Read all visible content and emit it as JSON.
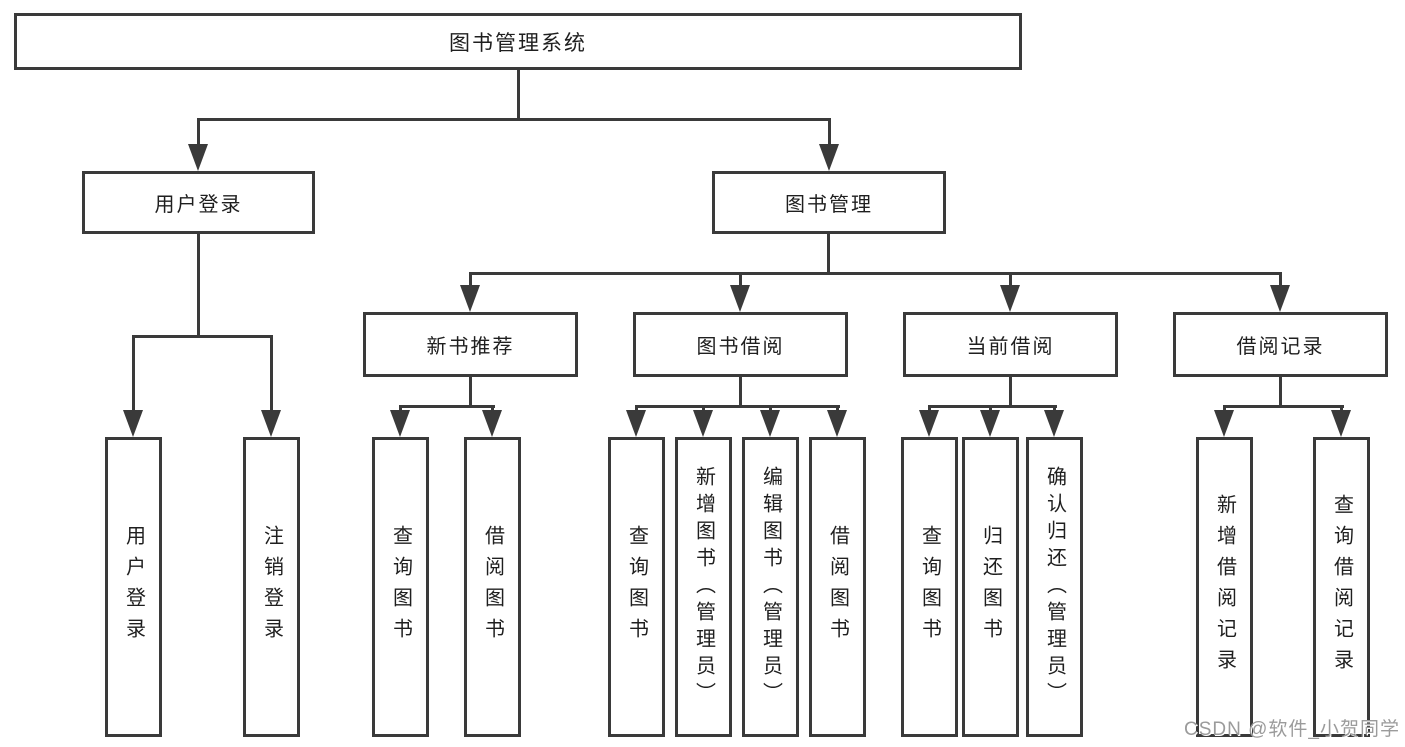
{
  "diagram": {
    "title": "图书管理系统",
    "type": "tree",
    "nodes": {
      "root": "图书管理系统",
      "login": "用户登录",
      "manage": "图书管理",
      "recommend": "新书推荐",
      "borrow": "图书借阅",
      "current": "当前借阅",
      "records": "借阅记录"
    },
    "leaves": {
      "login": [
        "用户登录",
        "注销登录"
      ],
      "recommend": [
        "查询图书",
        "借阅图书"
      ],
      "borrow": [
        "查询图书",
        "新增图书（管理员）",
        "编辑图书（管理员）",
        "借阅图书"
      ],
      "current": [
        "查询图书",
        "归还图书",
        "确认归还（管理员）"
      ],
      "records": [
        "新增借阅记录",
        "查询借阅记录"
      ]
    }
  },
  "watermark": {
    "text": "CSDN @软件_小贺同学"
  },
  "colors": {
    "line": "#3a3a3a",
    "box_border": "#3a3a3a",
    "box_fill": "#ffffff",
    "text": "#1f1f1f",
    "watermark": "#9b9b9b",
    "background": "#ffffff"
  }
}
